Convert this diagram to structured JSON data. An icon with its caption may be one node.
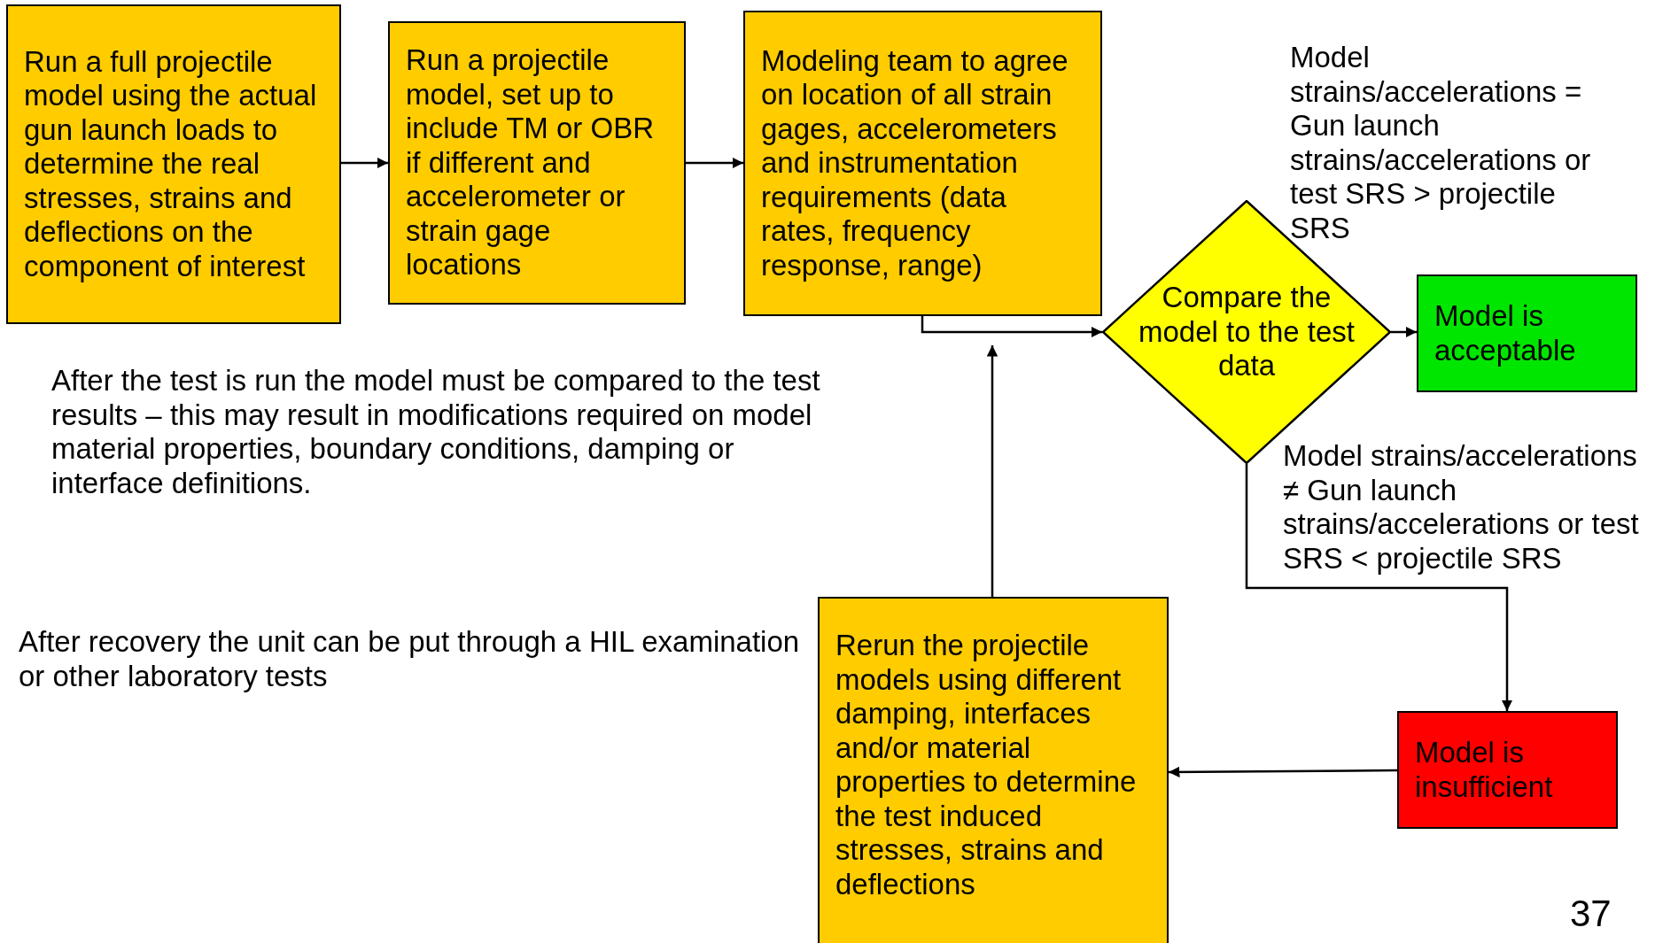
{
  "diagram": {
    "nodes": [
      {
        "text": [
          "Run a full projectile model using the actual gun launch loads to determine the real stresses, strains and deflections on the component of interest"
        ]
      },
      {
        "text": [
          "Run a projectile model, set up to include TM or OBR if different and accelerometer or strain gage locations"
        ]
      },
      {
        "text": [
          "Modeling team to agree on location of all strain gages, accelerometers and instrumentation requirements (data rates, frequency response, range)"
        ]
      },
      {
        "text": [
          "Compare the model to the test data"
        ]
      },
      {
        "text": [
          "Model is acceptable"
        ]
      },
      {
        "text": [
          "Rerun the projectile models using different damping, interfaces and/or material properties to determine the test induced stresses, strains and deflections"
        ]
      },
      {
        "text": [
          "Model is insufficient"
        ]
      }
    ],
    "edges": [
      {
        "from": 0,
        "to": 1,
        "arrow": "to"
      },
      {
        "from": 1,
        "to": 2,
        "arrow": "to"
      },
      {
        "from": 2,
        "to": 3,
        "arrow": "to"
      },
      {
        "from": 3,
        "to": 4,
        "arrow": "to",
        "label": "Model strains/accelerations = Gun launch strains/accelerations or test SRS > projectile SRS"
      },
      {
        "from": 3,
        "to": 6,
        "arrow": "to",
        "label": "Model strains/accelerations ≠ Gun launch strains/accelerations or test SRS < projectile SRS"
      },
      {
        "from": 6,
        "to": 5,
        "arrow": "to"
      },
      {
        "from": 5,
        "to": 2,
        "arrow": "to"
      }
    ],
    "labels": [
      "After the test is run the model must be compared to the test results – this may result in modifications required on model material properties, boundary conditions, damping or interface definitions.",
      "After recovery the unit can be put through a HIL examination or other laboratory tests",
      "37"
    ]
  }
}
